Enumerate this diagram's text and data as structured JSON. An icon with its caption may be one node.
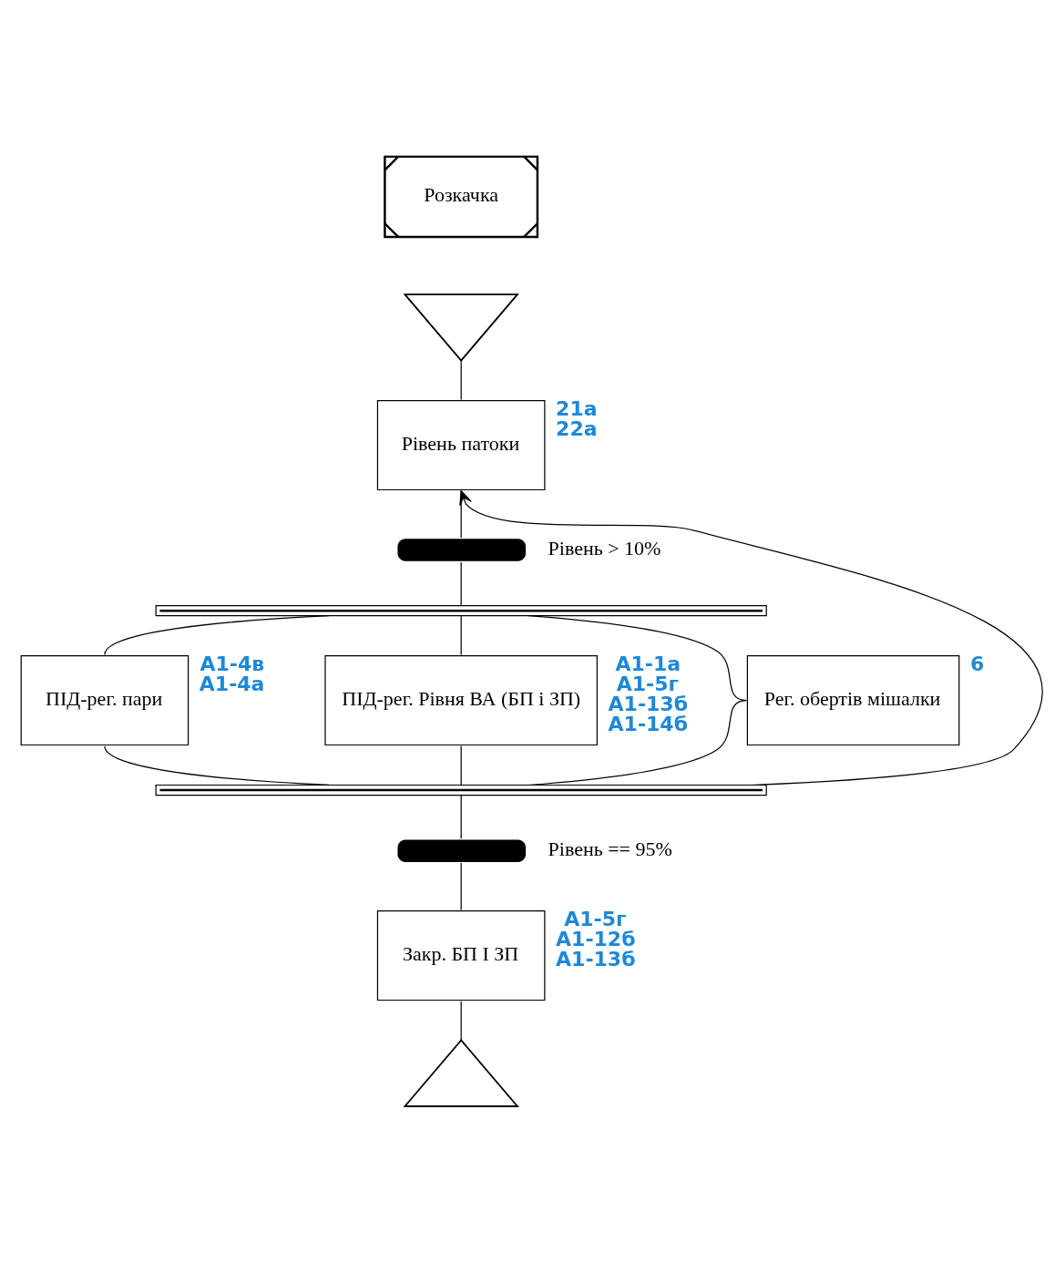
{
  "diagram": {
    "nodes": [
      {
        "text": [
          "Розкачка"
        ]
      },
      {
        "text": [],
        "shape": "triangle"
      },
      {
        "text": [
          "Рівень патоки"
        ],
        "beside": [
          "21а",
          "22а"
        ]
      },
      {
        "text": [],
        "shape": "bar",
        "beside": [
          "Рівень > 10%"
        ]
      },
      {
        "text": [],
        "shape": "bar"
      },
      {
        "text": [
          "ПІД-рег. пари"
        ],
        "beside": [
          "А1-4в",
          "А1-4а"
        ]
      },
      {
        "text": [
          "ПІД-рег. Рівня ВА (БП і ЗП)"
        ],
        "beside": [
          "А1-1а",
          "А1-5г",
          "А1-13б",
          "А1-14б"
        ]
      },
      {
        "text": [
          "Рег. обертів мішалки"
        ],
        "beside": [
          "6"
        ]
      },
      {
        "text": [],
        "shape": "bar"
      },
      {
        "text": [],
        "shape": "bar",
        "beside": [
          "Рівень == 95%"
        ]
      },
      {
        "text": [
          "Закр. БП І ЗП"
        ],
        "beside": [
          "А1-5г",
          "А1-12б",
          "А1-13б"
        ]
      },
      {
        "text": [],
        "shape": "triangle"
      }
    ],
    "edges": [
      {
        "from": 1,
        "to": 2,
        "arrow": "none"
      },
      {
        "from": 2,
        "to": 3,
        "arrow": "none"
      },
      {
        "from": 3,
        "to": 4,
        "arrow": "none"
      },
      {
        "from": 4,
        "to": 5,
        "arrow": "none"
      },
      {
        "from": 4,
        "to": 6,
        "arrow": "none"
      },
      {
        "from": 4,
        "to": 7,
        "arrow": "none"
      },
      {
        "from": 5,
        "to": 8,
        "arrow": "none"
      },
      {
        "from": 6,
        "to": 8,
        "arrow": "none"
      },
      {
        "from": 7,
        "to": 8,
        "arrow": "none"
      },
      {
        "from": 8,
        "to": 2,
        "arrow": "to"
      },
      {
        "from": 8,
        "to": 9,
        "arrow": "none"
      },
      {
        "from": 9,
        "to": 10,
        "arrow": "none"
      },
      {
        "from": 10,
        "to": 11,
        "arrow": "none"
      }
    ]
  }
}
